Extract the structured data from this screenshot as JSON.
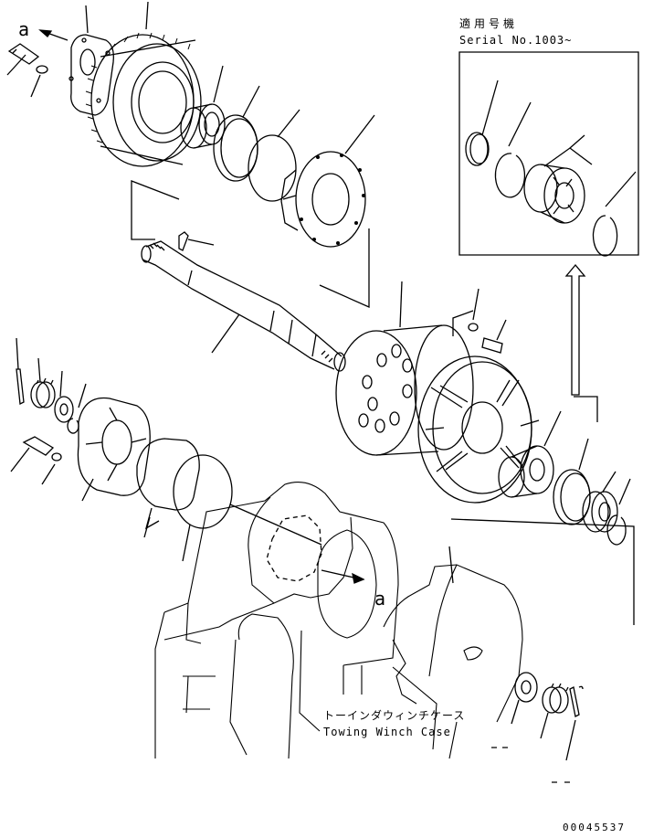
{
  "inset": {
    "title_jp": "適用号機",
    "serial": "Serial No.1003~"
  },
  "case_label": {
    "jp": "トーインダウィンチケース",
    "en": "Towing Winch Case"
  },
  "reference_marks": [
    "a",
    "a"
  ],
  "figure_number": "00045537"
}
